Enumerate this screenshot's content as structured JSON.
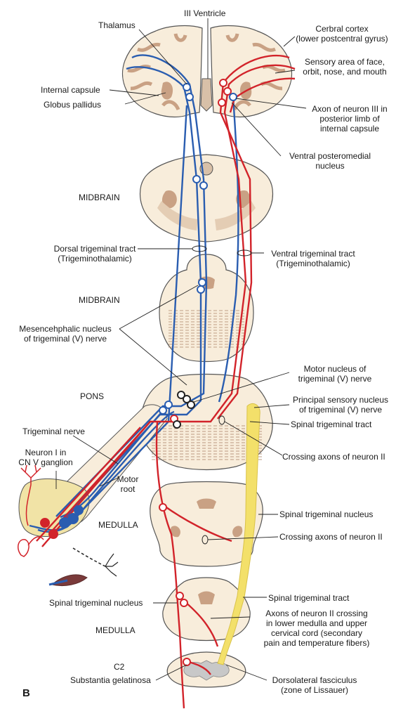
{
  "figure_letter": "B",
  "labels": {
    "iii_ventricle": "III Ventricle",
    "thalamus": "Thalamus",
    "cerebral_cortex": [
      "Cerbral cortex",
      "(lower postcentral gyrus)"
    ],
    "sensory_area": [
      "Sensory area of face,",
      "orbit, nose, and mouth"
    ],
    "internal_capsule": "Internal capsule",
    "globus_pallidus": "Globus pallidus",
    "axon_neuron_iii": [
      "Axon of neuron III in",
      "posterior limb of",
      "internal capsule"
    ],
    "ventral_posteromedial": [
      "Ventral posteromedial",
      "nucleus"
    ],
    "midbrain_1": "MIDBRAIN",
    "dorsal_trigeminal_tract": [
      "Dorsal trigeminal tract",
      "(Trigeminothalamic)"
    ],
    "ventral_trigeminal_tract": [
      "Ventral trigeminal tract",
      "(Trigeminothalamic)"
    ],
    "midbrain_2": "MIDBRAIN",
    "mesencephalic_nucleus": [
      "Mesencehphalic nucleus",
      "of trigeminal (V) nerve"
    ],
    "motor_nucleus": [
      "Motor nucleus of",
      "trigeminal (V) nerve"
    ],
    "pons": "PONS",
    "principal_sensory_nucleus": [
      "Principal sensory nucleus",
      "of trigeminal (V) nerve"
    ],
    "spinal_trigeminal_tract_1": "Spinal trigeminal tract",
    "trigeminal_nerve": "Trigeminal nerve",
    "neuron_i": [
      "Neuron I in",
      "CN V ganglion"
    ],
    "crossing_axons_1": "Crossing axons of neuron II",
    "motor_root": [
      "Motor",
      "root"
    ],
    "spinal_trigeminal_nucleus_1": "Spinal trigeminal nucleus",
    "medulla_1": "MEDULLA",
    "crossing_axons_2": "Crossing axons of neuron II",
    "spinal_trigeminal_tract_2": "Spinal trigeminal tract",
    "spinal_trigeminal_nucleus_2": "Spinal trigeminal nucleus",
    "axons_neuron_ii_crossing": [
      "Axons of neuron II crossing",
      "in lower medulla and upper",
      "cervical cord (secondary",
      "pain and temperature fibers)"
    ],
    "medulla_2": "MEDULLA",
    "c2": "C2",
    "substantia_gelatinosa": "Substantia gelatinosa",
    "dorsolateral_fasciculus": [
      "Dorsolateral fasciculus",
      "(zone of Lissauer)"
    ]
  },
  "colors": {
    "tissue": "#f8eddb",
    "nucleus": "#c9a184",
    "outline": "#555555",
    "pathway_red": "#d2232a",
    "pathway_blue": "#2a5db0",
    "spinal_tract_yellow": "#f3e06a",
    "label_line": "#222222"
  }
}
